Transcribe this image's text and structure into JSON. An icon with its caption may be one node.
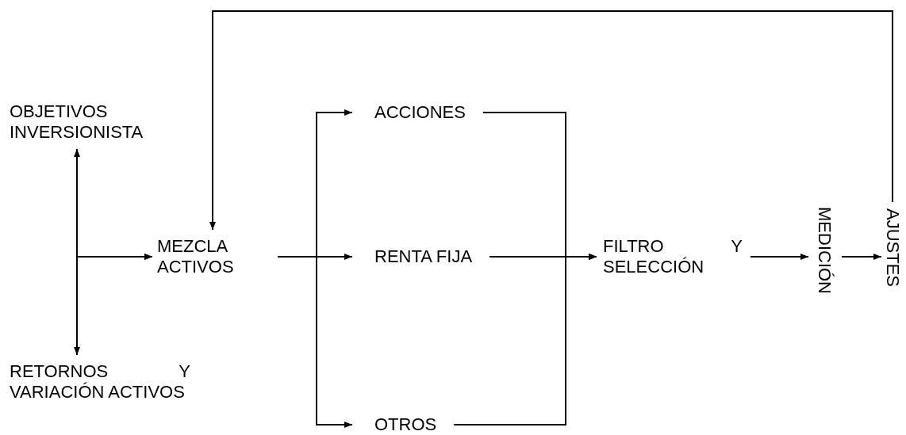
{
  "diagram": {
    "nodes": [
      {
        "text": [
          "OBJETIVOS INVERSIONISTA"
        ]
      },
      {
        "text": [
          "RETORNOS Y VARIACIÓN ACTIVOS"
        ]
      },
      {
        "text": [
          "MEZCLA ACTIVOS"
        ]
      },
      {
        "text": [
          "ACCIONES"
        ]
      },
      {
        "text": [
          "RENTA FIJA"
        ]
      },
      {
        "text": [
          "OTROS"
        ]
      },
      {
        "text": [
          "FILTRO Y SELECCIÓN"
        ]
      },
      {
        "text": [
          "MEDICIÓN"
        ]
      },
      {
        "text": [
          "AJUSTES"
        ]
      }
    ],
    "edges": [
      {
        "from": 0,
        "to": 1,
        "arrow": "both"
      },
      {
        "from": 0,
        "to": 2,
        "arrow": "to"
      },
      {
        "from": 1,
        "to": 2,
        "arrow": "to"
      },
      {
        "from": 2,
        "to": 3,
        "arrow": "to"
      },
      {
        "from": 2,
        "to": 4,
        "arrow": "to"
      },
      {
        "from": 2,
        "to": 5,
        "arrow": "to"
      },
      {
        "from": 3,
        "to": 6,
        "arrow": "to"
      },
      {
        "from": 4,
        "to": 6,
        "arrow": "to"
      },
      {
        "from": 5,
        "to": 6,
        "arrow": "to"
      },
      {
        "from": 6,
        "to": 7,
        "arrow": "to"
      },
      {
        "from": 7,
        "to": 8,
        "arrow": "to"
      },
      {
        "from": 8,
        "to": 2,
        "arrow": "to"
      }
    ]
  }
}
